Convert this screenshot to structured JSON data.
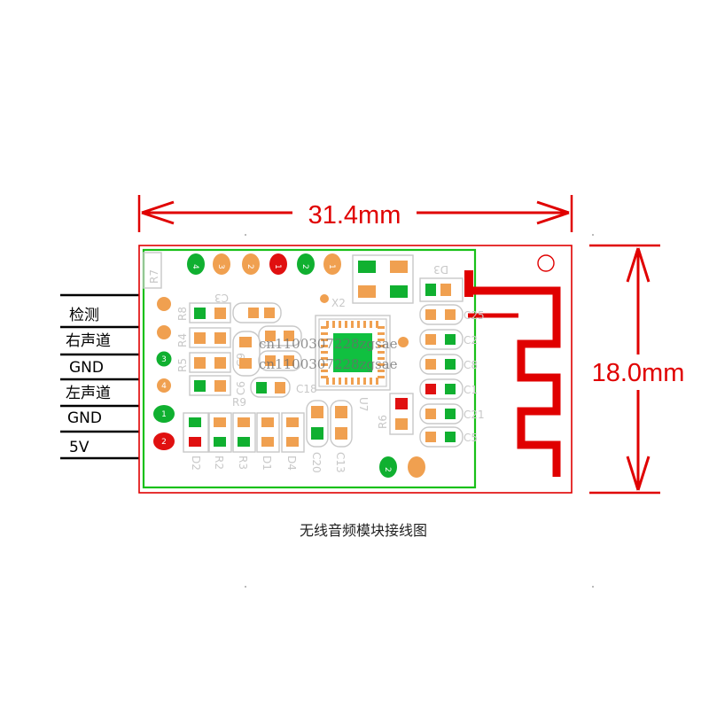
{
  "dimensions": {
    "width_label": "31.4mm",
    "height_label": "18.0mm"
  },
  "pins": [
    {
      "label": "检测"
    },
    {
      "label": "右声道"
    },
    {
      "label": "GND"
    },
    {
      "label": "左声道"
    },
    {
      "label": "GND"
    },
    {
      "label": "5V"
    }
  ],
  "pin_pads": [
    "",
    "",
    "3",
    "4",
    "1",
    "2"
  ],
  "top_pads": [
    "4",
    "3",
    "2",
    "1",
    "2",
    "1"
  ],
  "designators": {
    "r7": "R7",
    "r8": "R8",
    "r4": "R4",
    "r5": "R5",
    "r9": "R9",
    "c3": "C3",
    "c6": "C6",
    "c9": "C9",
    "c18": "C18",
    "x2": "X2",
    "d3": "D3",
    "u7": "U7",
    "r6": "R6",
    "c25": "C25",
    "c2": "C2",
    "c8": "C8",
    "c1": "C1",
    "c21": "C21",
    "c5": "C5",
    "d2": "D2",
    "r2": "R2",
    "r3": "R3",
    "d1": "D1",
    "d4": "D4",
    "c20": "C20",
    "c13": "C13",
    "bottom_pad": "2"
  },
  "watermark": [
    "cn1100307228zgsae",
    "cn1100307228zgsae"
  ],
  "caption": "无线音频模块接线图",
  "colors": {
    "dimension": "#e00000",
    "board_outline": "#e00000",
    "keepout": "#18c018",
    "pad_orange": "#f0a050",
    "pad_green": "#10b030",
    "pad_red": "#e01010",
    "antenna": "#e00000"
  }
}
